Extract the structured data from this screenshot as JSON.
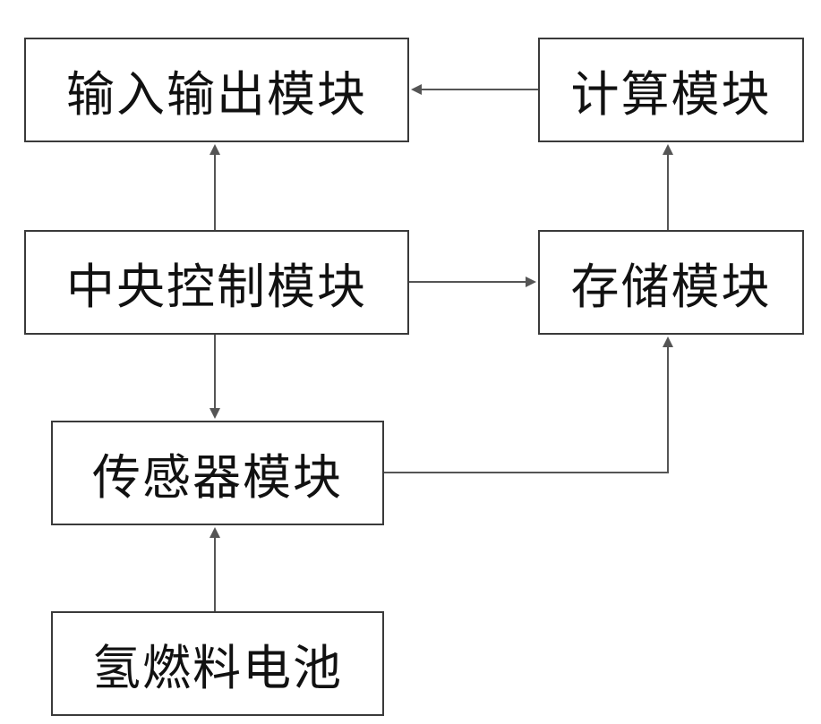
{
  "diagram": {
    "nodes": {
      "io_module": "输入输出模块",
      "calc_module": "计算模块",
      "central_module": "中央控制模块",
      "storage_module": "存储模块",
      "sensor_module": "传感器模块",
      "fuel_cell": "氢燃料电池"
    },
    "edges": [
      {
        "from": "calc_module",
        "to": "io_module"
      },
      {
        "from": "central_module",
        "to": "io_module"
      },
      {
        "from": "central_module",
        "to": "storage_module"
      },
      {
        "from": "storage_module",
        "to": "calc_module"
      },
      {
        "from": "central_module",
        "to": "sensor_module"
      },
      {
        "from": "sensor_module",
        "to": "storage_module"
      },
      {
        "from": "fuel_cell",
        "to": "sensor_module"
      }
    ],
    "line_color": "#555555",
    "border_color": "#3a3a3a"
  }
}
